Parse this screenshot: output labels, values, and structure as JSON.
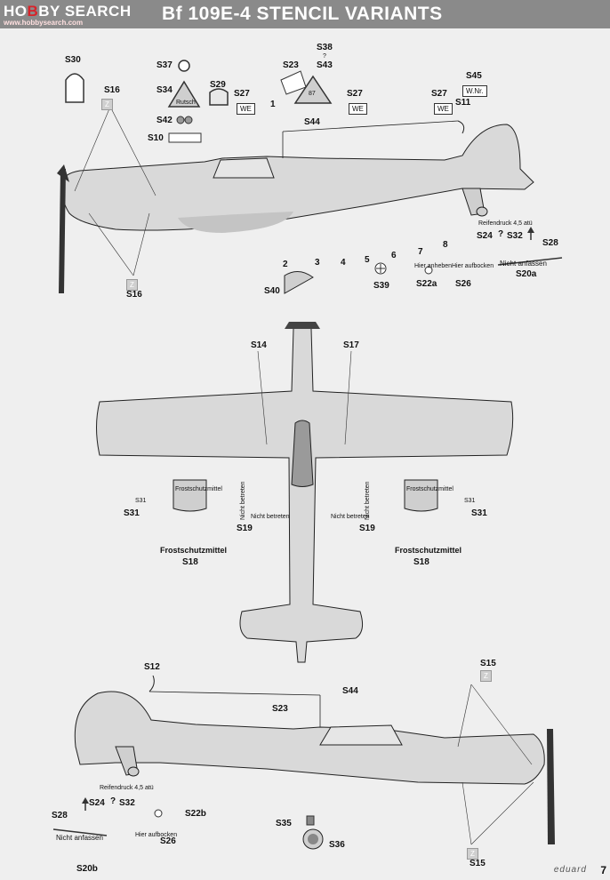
{
  "header": {
    "logo_prefix": "HO",
    "logo_dot": "B",
    "logo_suffix": "BY SEARCH",
    "logo_url": "www.hobbysearch.com",
    "title": "Bf 109E-4 STENCIL VARIANTS"
  },
  "labels": {
    "S30": "S30",
    "S16": "S16",
    "S37": "S37",
    "S34": "S34",
    "S29": "S29",
    "S42": "S42",
    "S10": "S10",
    "S27": "S27",
    "S23": "S23",
    "S38": "S38",
    "S43": "S43",
    "S44": "S44",
    "S45": "S45",
    "S11": "S11",
    "S24": "S24",
    "S32": "S32",
    "S28": "S28",
    "S39": "S39",
    "S40": "S40",
    "S22a": "S22a",
    "S26": "S26",
    "S20a": "S20a",
    "S14": "S14",
    "S17": "S17",
    "S31": "S31",
    "S19": "S19",
    "S18": "S18",
    "S12": "S12",
    "S15": "S15",
    "S35": "S35",
    "S36": "S36",
    "S22b": "S22b",
    "S20b": "S20b",
    "q": "?"
  },
  "numbers": [
    "1",
    "2",
    "3",
    "4",
    "5",
    "6",
    "7",
    "8"
  ],
  "stencils": {
    "we": "WE",
    "wnr": "W.Nr.",
    "v87": "87",
    "rutsch": "Rutsch",
    "nicht_anfassen": "Nicht anfassen",
    "nicht_betreten": "Nicht betreten",
    "frostschutzmittel": "Frostschutzmittel",
    "hier_anheben": "Hier anheben",
    "hier_aufbocken": "Hier aufbocken",
    "reifendruck": "Reifendruck 4,5 atü",
    "z": "Z"
  },
  "footer": {
    "brand": "eduard",
    "page_number": "7"
  },
  "colors": {
    "header": "#8a8a8a",
    "aircraft": "#d9d9d9",
    "line": "#222222",
    "logo_red": "#d8232a"
  }
}
